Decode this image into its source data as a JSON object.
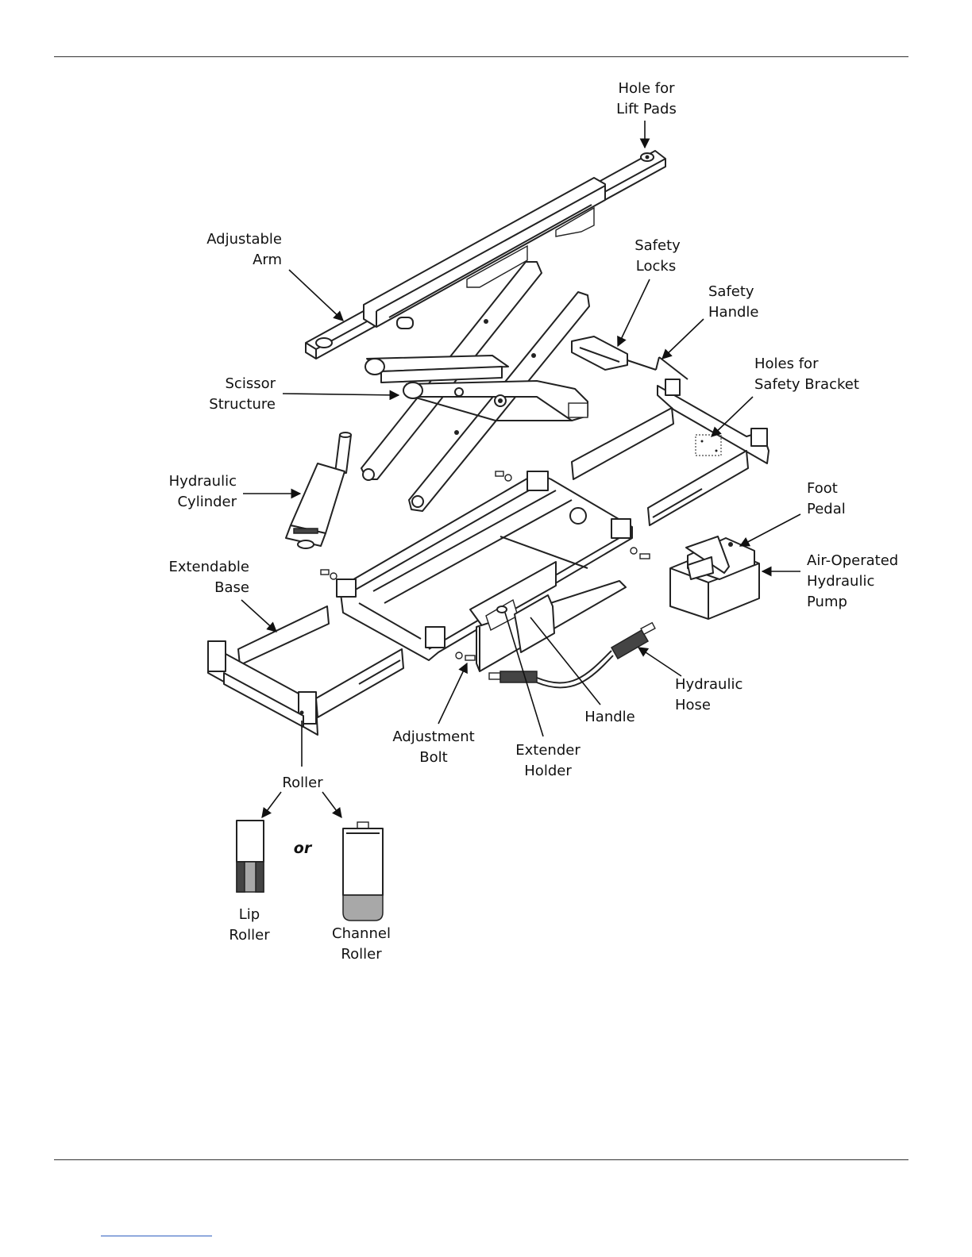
{
  "labels": {
    "hole_for_lift_pads": [
      "Hole for",
      "Lift Pads"
    ],
    "adjustable_arm": [
      "Adjustable",
      "Arm"
    ],
    "safety_locks": [
      "Safety",
      "Locks"
    ],
    "safety_handle": [
      "Safety",
      "Handle"
    ],
    "holes_for_safety_bracket": [
      "Holes for",
      "Safety Bracket"
    ],
    "scissor_structure": [
      "Scissor",
      "Structure"
    ],
    "hydraulic_cylinder": [
      "Hydraulic",
      "Cylinder"
    ],
    "foot_pedal": [
      "Foot",
      "Pedal"
    ],
    "air_operated_hydraulic_pump": [
      "Air-Operated",
      "Hydraulic",
      "Pump"
    ],
    "extendable_base": [
      "Extendable",
      "Base"
    ],
    "hydraulic_hose": [
      "Hydraulic",
      "Hose"
    ],
    "handle": [
      "Handle"
    ],
    "adjustment_bolt": [
      "Adjustment",
      "Bolt"
    ],
    "extender_holder": [
      "Extender",
      "Holder"
    ],
    "roller": [
      "Roller"
    ],
    "or": "or",
    "lip_roller": [
      "Lip",
      "Roller"
    ],
    "channel_roller": [
      "Channel",
      "Roller"
    ]
  },
  "colors": {
    "line": "#222222",
    "shade": "#a8a8a8",
    "footer_link": "#2f5fc0"
  }
}
